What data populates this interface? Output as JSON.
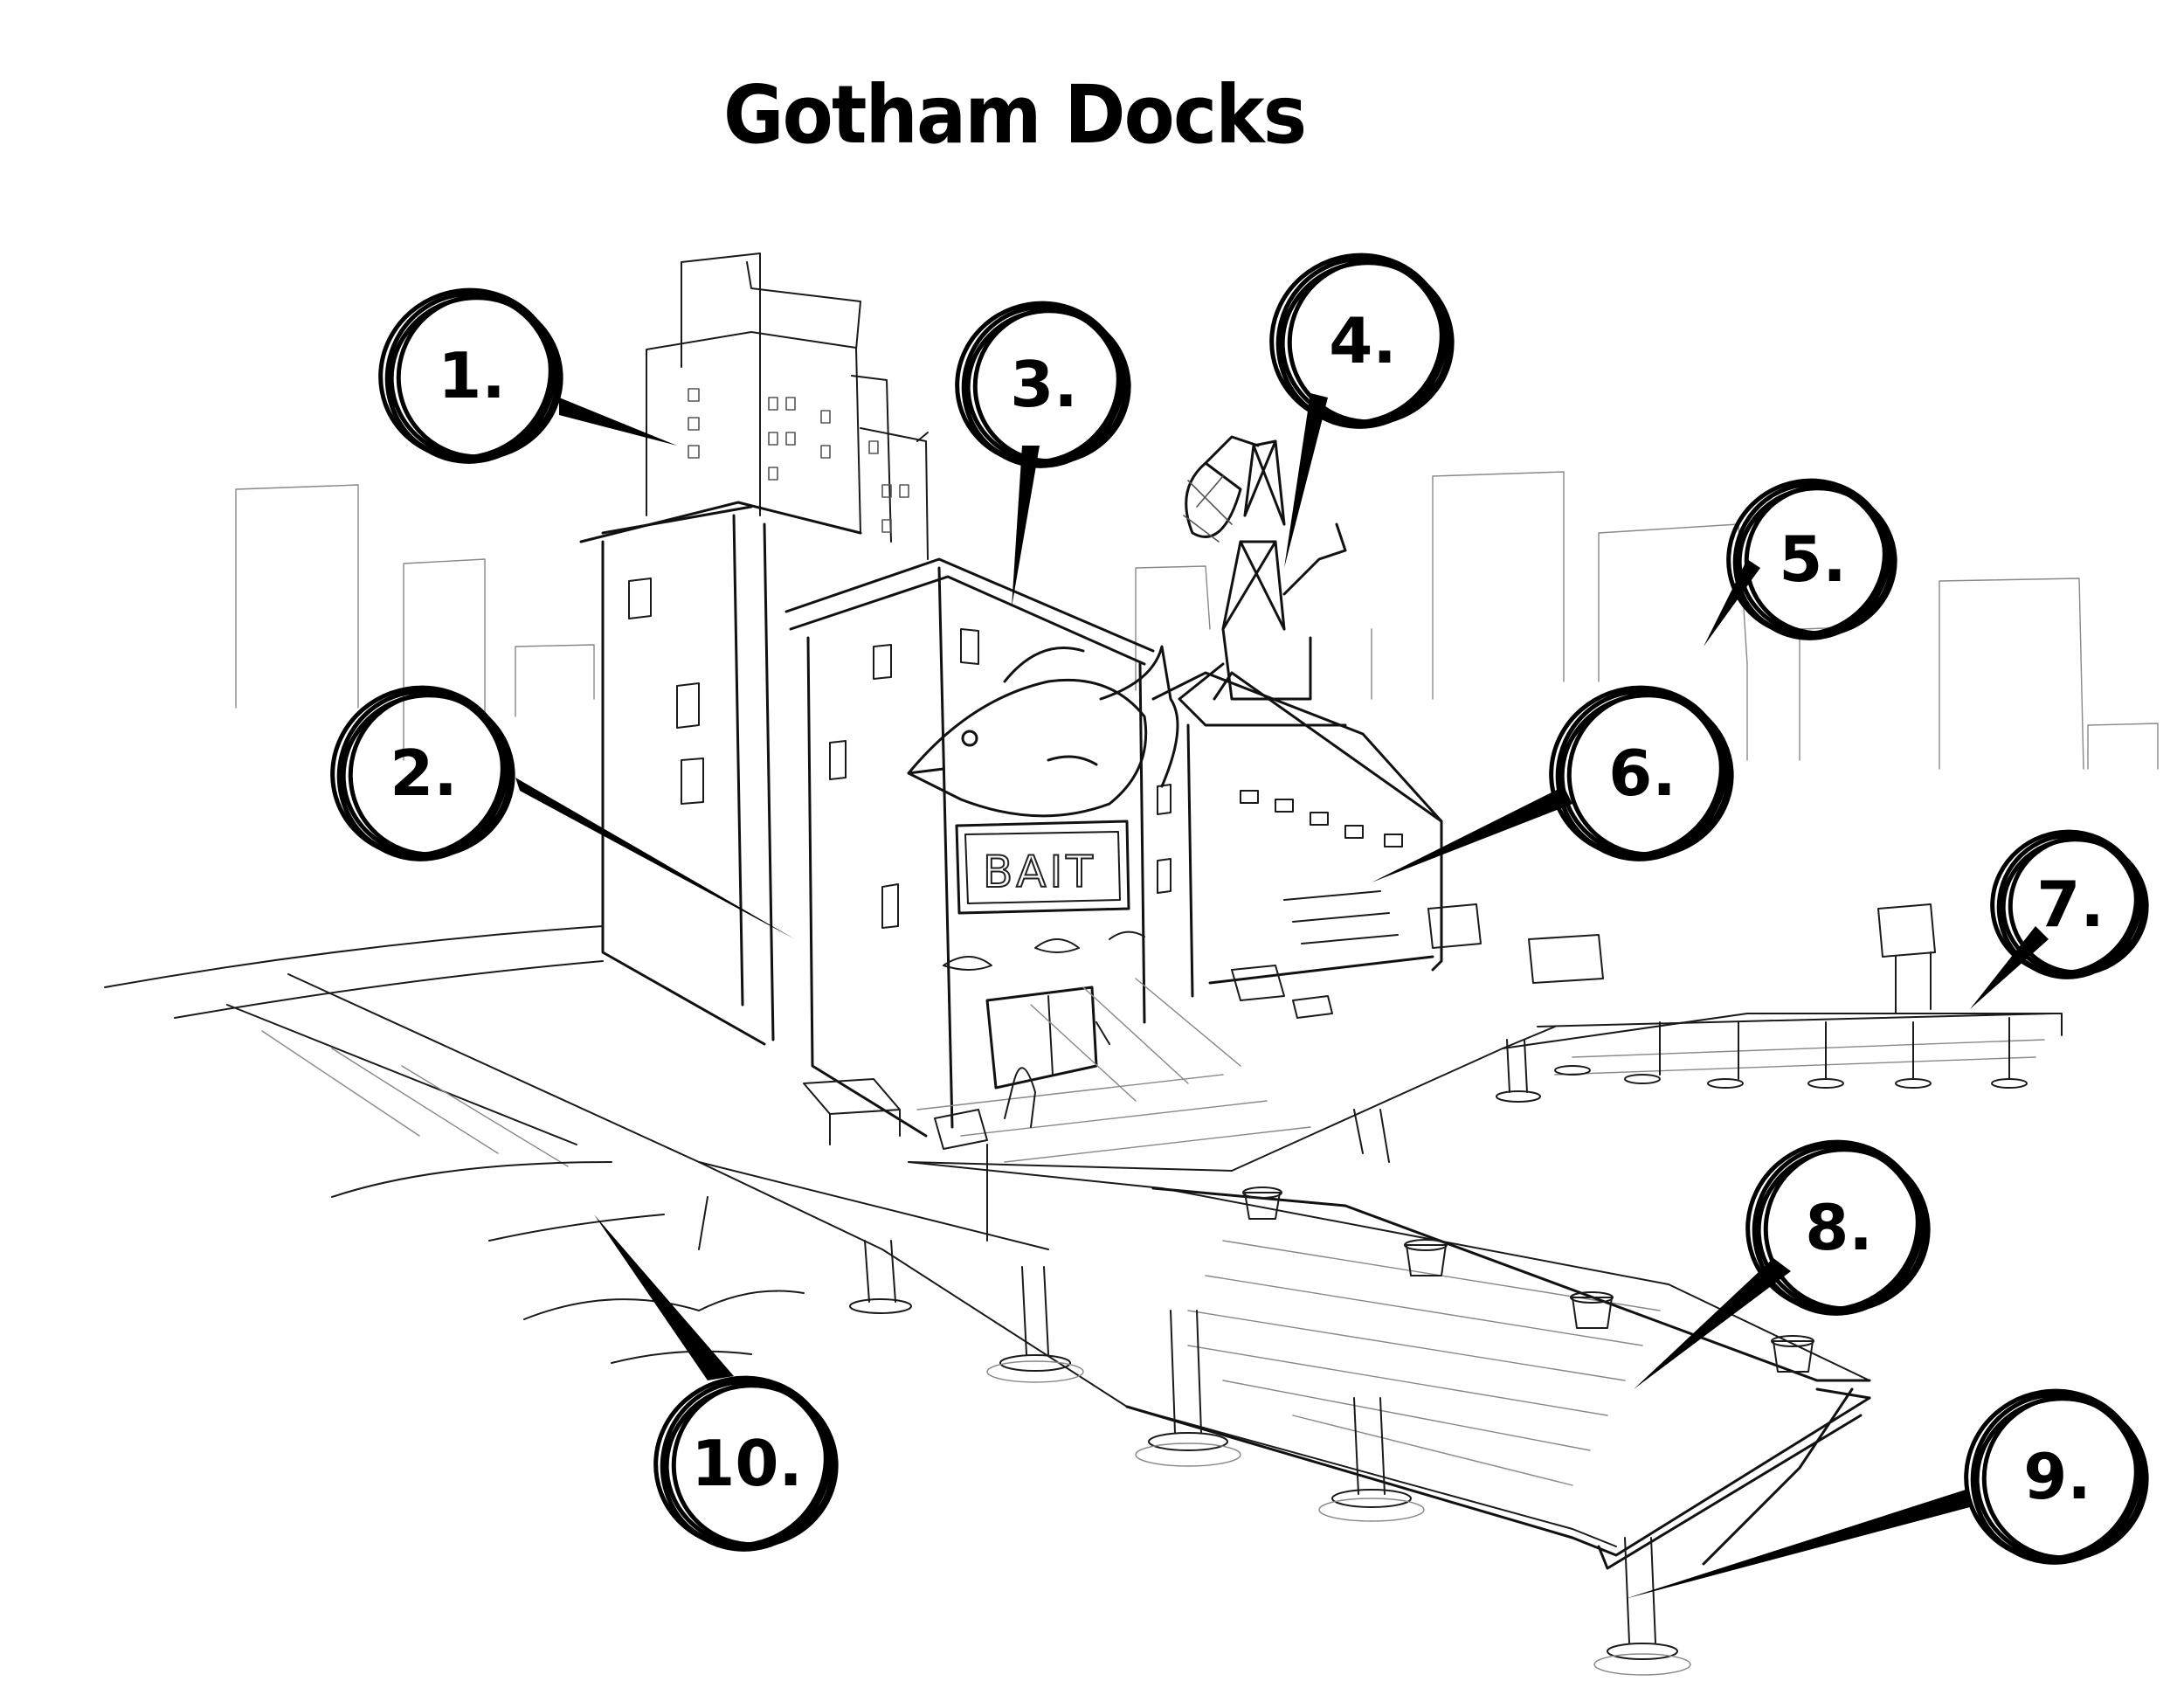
{
  "title": "Gotham Docks",
  "sign_text": "BAIT",
  "callouts": [
    {
      "label": "1."
    },
    {
      "label": "2."
    },
    {
      "label": "3."
    },
    {
      "label": "4."
    },
    {
      "label": "5."
    },
    {
      "label": "6."
    },
    {
      "label": "7."
    },
    {
      "label": "8."
    },
    {
      "label": "9."
    },
    {
      "label": "10."
    }
  ]
}
